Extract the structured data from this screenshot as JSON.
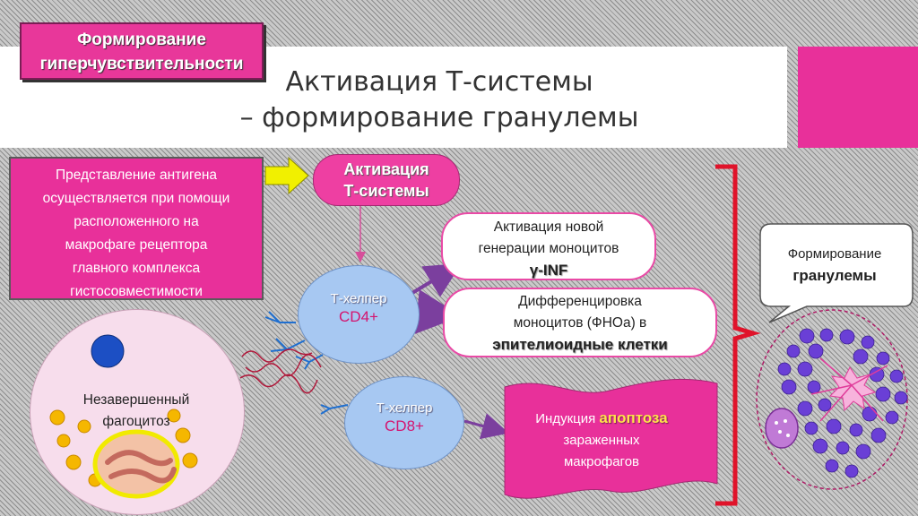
{
  "header": {
    "badge_line1": "Формирование",
    "badge_line2": "гиперчувствительности",
    "title_line1": "Активация Т-системы",
    "title_line2": "– формирование гранулемы"
  },
  "antigen_box": {
    "lines": [
      "Представление антигена",
      "осуществляется при помощи",
      "расположенного на",
      "макрофаге рецептора",
      "главного комплекса",
      "гистосовместимости"
    ]
  },
  "activation": {
    "line1": "Активация",
    "line2": "Т-системы"
  },
  "cd4": {
    "name": "Т-хелпер",
    "code": "CD4+"
  },
  "cd8": {
    "name": "Т-хелпер",
    "code": "CD8+"
  },
  "monocyte_box": {
    "line1": "Активация новой",
    "line2": "генерации моноцитов",
    "line3": "γ-INF"
  },
  "diff_box": {
    "line1": "Дифференцировка",
    "line2": "моноцитов (ФНОа) в",
    "line3": "эпителиоидные клетки"
  },
  "apoptosis": {
    "prefix": "Индукция",
    "highlight": "апоптоза",
    "line2": "зараженных",
    "line3": "макрофагов"
  },
  "phagocyte": {
    "line1": "Незавершенный",
    "line2": "фагоцитоз"
  },
  "callout": {
    "line1": "Формирование",
    "line2": "гранулемы"
  },
  "colors": {
    "accent_pink": "#e8309a",
    "cell_blue": "#a7c8f2",
    "bracket_red": "#e0132a",
    "arrow_purple": "#7b3f9e",
    "yellow_arrow": "#f1f000"
  }
}
